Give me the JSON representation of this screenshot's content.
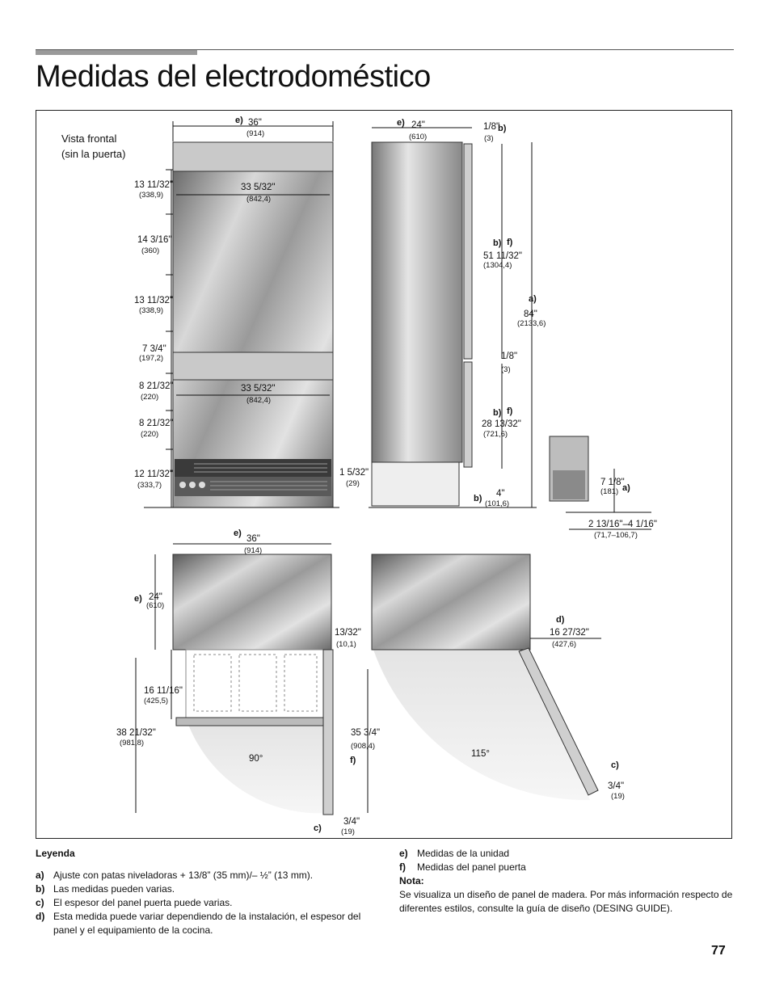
{
  "title": "Medidas del electrodoméstico",
  "vista": {
    "line1": "Vista frontal",
    "line2": "(sin la puerta)"
  },
  "front": {
    "width_label": "e)",
    "width_in": "36\"",
    "width_mm": "(914)",
    "inner1_in": "33 5/32\"",
    "inner1_mm": "(842,4)",
    "inner2_in": "33 5/32\"",
    "inner2_mm": "(842,4)",
    "v": [
      {
        "in": "13 11/32\"",
        "mm": "(338,9)"
      },
      {
        "in": "14 3/16\"",
        "mm": "(360)"
      },
      {
        "in": "13 11/32\"",
        "mm": "(338,9)"
      },
      {
        "in": "7 3/4\"",
        "mm": "(197,2)"
      },
      {
        "in": "8 21/32\"",
        "mm": "(220)"
      },
      {
        "in": "8 21/32\"",
        "mm": "(220)"
      },
      {
        "in": "12 11/32\"",
        "mm": "(333,7)"
      }
    ]
  },
  "side": {
    "depth_label": "e)",
    "depth_in": "24\"",
    "depth_mm": "(610)",
    "top_gap": "1/8\"",
    "top_gap_label": "b)",
    "top_gap_mm": "(3)",
    "upper_label": "b)",
    "upper_label2": "f)",
    "upper_in": "51 11/32\"",
    "upper_mm": "(1304,4)",
    "height_label": "a)",
    "height_in": "84\"",
    "height_mm": "(2133,6)",
    "mid_gap": "1/8\"",
    "mid_gap_mm": "(3)",
    "lower_label": "b)",
    "lower_label2": "f)",
    "lower_in": "28 13/32\"",
    "lower_mm": "(721,6)",
    "base_label": "b)",
    "base_in": "4\"",
    "base_mm": "(101,6)",
    "recess_in": "1 5/32\"",
    "recess_mm": "(29)",
    "leg_label": "a)",
    "leg_in": "7 1/8\"",
    "leg_mm": "(181)",
    "leg_range_in": "2 13/16\"–4 1/16\"",
    "leg_range_mm": "(71,7–106,7)"
  },
  "top90": {
    "width_label": "e)",
    "width_in": "36\"",
    "width_mm": "(914)",
    "depth_label": "e)",
    "depth_in": "24\"",
    "depth_mm": "(610)",
    "gap_in": "13/32\"",
    "gap_mm": "(10,1)",
    "d1_in": "16 11/16\"",
    "d1_mm": "(425,5)",
    "d2_in": "38 21/32\"",
    "d2_mm": "(981,8)",
    "angle": "90°",
    "door_in": "35 3/4\"",
    "door_mm": "(908,4)",
    "door_label": "f)",
    "thick_label": "c)",
    "thick_in": "3/4\"",
    "thick_mm": "(19)"
  },
  "top115": {
    "d_label": "d)",
    "d_in": "16 27/32\"",
    "d_mm": "(427,6)",
    "angle": "115°",
    "c_label": "c)",
    "c_in": "3/4\"",
    "c_mm": "(19)"
  },
  "legend": {
    "heading": "Leyenda",
    "items": [
      {
        "k": "a)",
        "v": "Ajuste con patas niveladoras + 13/8” (35 mm)/– ½” (13 mm)."
      },
      {
        "k": "b)",
        "v": "Las medidas pueden varias."
      },
      {
        "k": "c)",
        "v": "El espesor del panel puerta puede varias."
      },
      {
        "k": "d)",
        "v": "Esta medida puede variar dependiendo de la instalación, el espesor del panel y el equipamiento de la cocina."
      }
    ],
    "items2": [
      {
        "k": "e)",
        "v": "Medidas de la unidad"
      },
      {
        "k": "f)",
        "v": "Medidas del panel puerta"
      }
    ],
    "nota_title": "Nota:",
    "nota_text": "Se visualiza un diseño de panel de madera. Por más información respecto de diferentes estilos, consulte la guía de diseño (DESING GUIDE)."
  },
  "page_number": "77"
}
